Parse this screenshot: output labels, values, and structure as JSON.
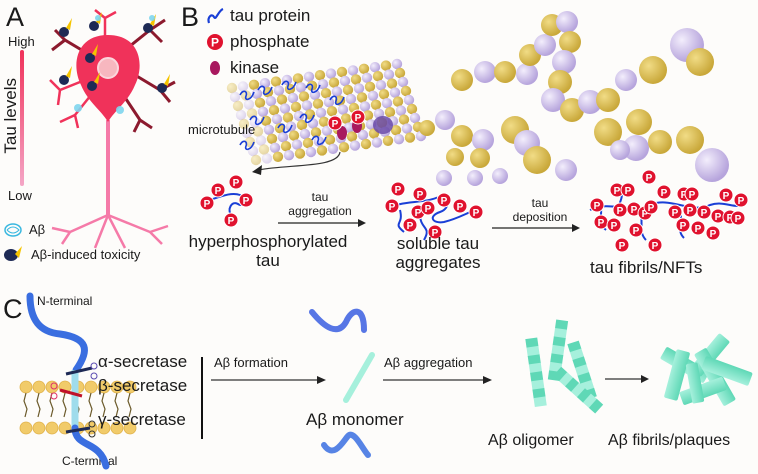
{
  "panels": {
    "a": {
      "letter": "A",
      "scale_high": "High",
      "scale_low": "Low",
      "scale_axis": "Tau levels",
      "legend": [
        {
          "icon": "abeta-coil-icon",
          "label": "Aβ"
        },
        {
          "icon": "abeta-toxicity-icon",
          "label": "Aβ-induced toxicity"
        }
      ]
    },
    "b": {
      "letter": "B",
      "legend": [
        {
          "icon": "tau-protein-icon",
          "label": "tau protein"
        },
        {
          "icon": "phosphate-icon",
          "label": "phosphate"
        },
        {
          "icon": "kinase-icon",
          "label": "kinase"
        }
      ],
      "microtubule_label": "microtubule",
      "phosphate_glyph": "P",
      "steps": [
        {
          "label": "hyperphosphorylated\ntau"
        },
        {
          "label": "soluble tau\naggregates"
        },
        {
          "label": "tau fibrils/NFTs"
        }
      ],
      "arrows": [
        {
          "label_line1": "tau",
          "label_line2": "aggregation"
        },
        {
          "label_line1": "tau",
          "label_line2": "deposition"
        }
      ]
    },
    "c": {
      "letter": "C",
      "n_terminal": "N-terminal",
      "c_terminal": "C-terminal",
      "secretases": [
        "α-secretase",
        "β-secretase",
        "γ-secretase"
      ],
      "arrows": [
        "Aβ formation",
        "Aβ aggregation",
        ""
      ],
      "stages": [
        "Aβ monomer",
        "Aβ oligomer",
        "Aβ fibrils/plaques"
      ]
    }
  },
  "colors": {
    "neuron": "#f0325a",
    "neuron_light": "#f57aa8",
    "dendrite_dark": "#8c1a2e",
    "tau_blue": "#1a3fd6",
    "phosphate_red": "#e0122e",
    "tubulin_gold": "#c9a83a",
    "tubulin_lilac": "#c6b6e6",
    "abeta_teal": "#5fd8b6",
    "abeta_light": "#a6f0dc",
    "app_blue": "#3a6ee0"
  }
}
